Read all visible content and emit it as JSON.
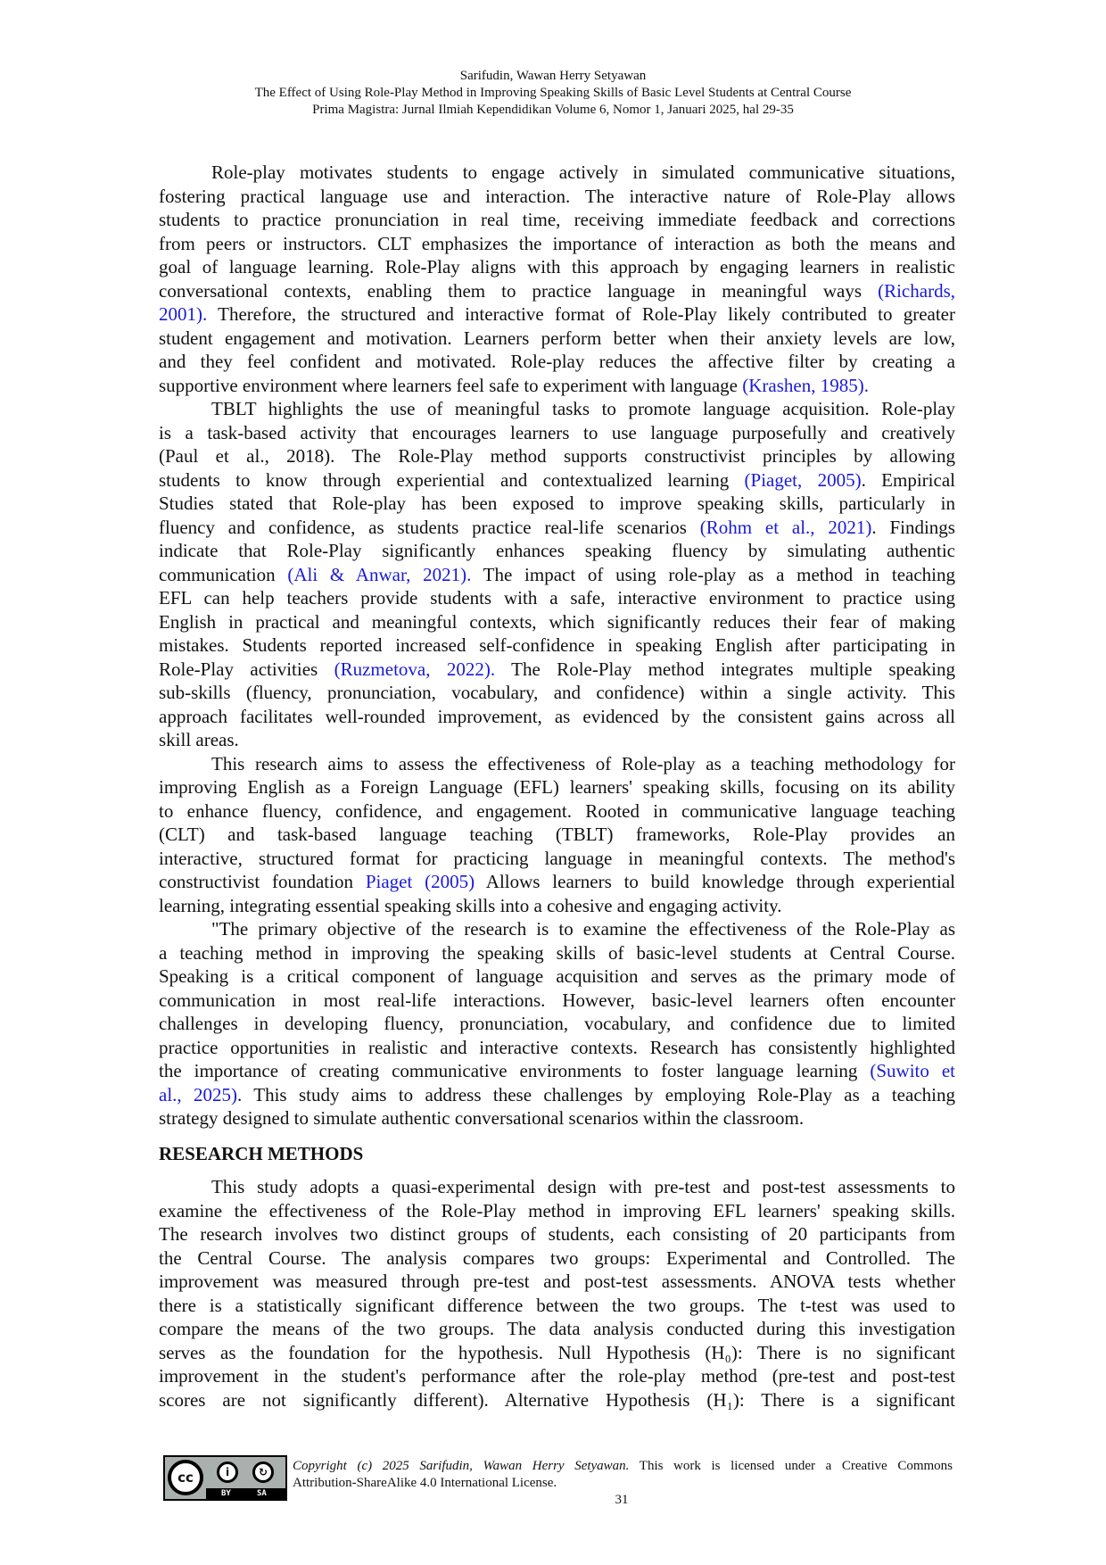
{
  "running_head": {
    "authors": "Sarifudin, Wawan Herry Setyawan",
    "title": "The Effect of Using Role-Play Method in Improving Speaking Skills of Basic Level Students at Central Course",
    "journal": "Prima Magistra: Jurnal Ilmiah Kependidikan  Volume 6, Nomor 1,  Januari 2025, hal 29-35"
  },
  "colors": {
    "citation": "#1a1ad6",
    "text": "#111111"
  },
  "body": {
    "paragraphs": [
      {
        "indent": true,
        "last_justified": false,
        "lines": [
          [
            "Role-play motivates students to engage actively in simulated communicative situations,"
          ],
          [
            "fostering practical language use and interaction. The interactive nature of Role-Play allows"
          ],
          [
            "students to practice pronunciation in real time, receiving immediate feedback and corrections"
          ],
          [
            "from peers or instructors. CLT emphasizes the importance of interaction as both the means and"
          ],
          [
            "goal of language learning. Role-Play aligns with this approach by engaging learners in realistic"
          ],
          [
            "conversational contexts, enabling them to practice language in meaningful ways ",
            {
              "cite": "(Richards,"
            }
          ],
          [
            {
              "cite": "2001)."
            },
            " Therefore, the structured and interactive format of Role-Play likely contributed to greater"
          ],
          [
            "student engagement and motivation. Learners perform better when their anxiety levels are low,"
          ],
          [
            "and they feel confident and motivated. Role-play reduces the affective filter by creating a"
          ],
          [
            "supportive environment where learners feel safe to experiment with language ",
            {
              "cite": "(Krashen, 1985)."
            }
          ]
        ]
      },
      {
        "indent": true,
        "last_justified": false,
        "lines": [
          [
            "TBLT highlights the use of meaningful tasks to promote language acquisition. Role-play"
          ],
          [
            "is a task-based activity that encourages learners to use language purposefully and creatively"
          ],
          [
            "(Paul et al., 2018). The Role-Play method supports constructivist principles by allowing"
          ],
          [
            "students to know through experiential and contextualized learning ",
            {
              "cite": "(Piaget, 2005)"
            },
            ". Empirical"
          ],
          [
            "Studies stated that Role-play has been exposed to improve speaking skills, particularly in"
          ],
          [
            "fluency and confidence, as students practice real-life scenarios ",
            {
              "cite": "(Rohm et al., 2021)"
            },
            ". Findings"
          ],
          [
            "indicate that Role-Play significantly enhances speaking fluency by simulating authentic"
          ],
          [
            "communication ",
            {
              "cite": "(Ali & Anwar, 2021)."
            },
            " The impact of using role-play as a method in teaching"
          ],
          [
            "EFL can help teachers provide students with a safe, interactive environment to practice using"
          ],
          [
            "English in practical and meaningful contexts, which significantly reduces their fear of making"
          ],
          [
            "mistakes. Students reported increased self-confidence in speaking English after participating in"
          ],
          [
            "Role-Play activities ",
            {
              "cite": "(Ruzmetova, 2022)."
            },
            " The Role-Play method integrates multiple speaking"
          ],
          [
            "sub-skills (fluency, pronunciation, vocabulary, and confidence) within a single activity. This"
          ],
          [
            "approach facilitates well-rounded improvement, as evidenced by the consistent gains across all"
          ],
          [
            "skill areas."
          ]
        ]
      },
      {
        "indent": true,
        "last_justified": false,
        "lines": [
          [
            "This research aims to assess the effectiveness of Role-play as a teaching methodology for"
          ],
          [
            "improving English as a Foreign Language (EFL) learners' speaking skills, focusing on its ability"
          ],
          [
            "to enhance fluency, confidence, and engagement. Rooted in communicative language teaching"
          ],
          [
            "(CLT) and task-based language teaching (TBLT) frameworks, Role-Play provides an"
          ],
          [
            "interactive, structured format for practicing language in meaningful contexts. The method's"
          ],
          [
            "constructivist foundation ",
            {
              "cite": "Piaget (2005)"
            },
            " Allows learners to build knowledge through experiential"
          ],
          [
            "learning, integrating essential speaking skills into a cohesive and engaging activity."
          ]
        ]
      },
      {
        "indent": true,
        "last_justified": false,
        "lines": [
          [
            "\"The primary objective of the research is to examine the effectiveness of the Role-Play as"
          ],
          [
            "a teaching method in improving the speaking skills of basic-level students at Central Course."
          ],
          [
            "Speaking is a critical component of language acquisition and serves as the primary mode of"
          ],
          [
            "communication in most real-life interactions. However, basic-level learners often encounter"
          ],
          [
            "challenges in developing fluency, pronunciation, vocabulary, and confidence due to limited"
          ],
          [
            "practice opportunities in realistic and interactive contexts. Research has consistently highlighted"
          ],
          [
            "the importance of creating communicative environments to foster language learning ",
            {
              "cite": "(Suwito et"
            }
          ],
          [
            {
              "cite": "al., 2025)"
            },
            ". This study aims to address these challenges by employing Role-Play as a teaching"
          ],
          [
            "strategy designed to simulate authentic conversational scenarios within the classroom."
          ]
        ]
      },
      {
        "heading": "RESEARCH METHODS"
      },
      {
        "indent": true,
        "last_justified": true,
        "lines": [
          [
            "This study adopts a quasi-experimental design with pre-test and post-test assessments to"
          ],
          [
            "examine the effectiveness of the Role-Play method in improving EFL learners' speaking skills."
          ],
          [
            "The research involves two distinct groups of students, each consisting of 20 participants from"
          ],
          [
            "the Central Course. The analysis compares two groups: Experimental and Controlled. The"
          ],
          [
            "improvement was measured through pre-test and post-test assessments. ANOVA tests whether"
          ],
          [
            "there is a statistically significant difference between the two groups. The t-test was used to"
          ],
          [
            "compare the means of the two groups.  The data analysis conducted during this investigation"
          ],
          [
            "serves as the foundation for the hypothesis. Null Hypothesis (H₀): There is no significant"
          ],
          [
            "improvement in the student's performance after the role-play method (pre-test and post-test"
          ],
          [
            "scores are not significantly different). Alternative Hypothesis (H₁): There is a significant"
          ]
        ]
      }
    ]
  },
  "footer": {
    "license_badge": {
      "cc": "cc",
      "by": "BY",
      "sa": "SA",
      "by_icon": "i",
      "sa_icon": "↻"
    },
    "copyright_italic": "Copyright (c) 2025 Sarifudin, Wawan Herry Setyawan.",
    "license_text_1": " This work is licensed under a Creative Commons",
    "license_text_2": "Attribution-ShareAlike 4.0 International License.",
    "page_number": "31"
  }
}
